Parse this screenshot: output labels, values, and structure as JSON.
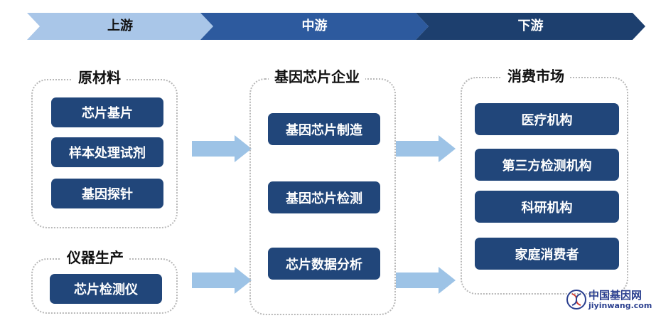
{
  "stages": [
    {
      "label": "上游"
    },
    {
      "label": "中游"
    },
    {
      "label": "下游"
    }
  ],
  "groups": {
    "raw_materials": {
      "title": "原材料",
      "items": [
        "芯片基片",
        "样本处理试剂",
        "基因探针"
      ]
    },
    "instrument": {
      "title": "仪器生产",
      "items": [
        "芯片检测仪"
      ]
    },
    "enterprise": {
      "title": "基因芯片企业",
      "items": [
        "基因芯片制造",
        "基因芯片检测",
        "芯片数据分析"
      ]
    },
    "market": {
      "title": "消费市场",
      "items": [
        "医疗机构",
        "第三方检测机构",
        "科研机构",
        "家庭消费者"
      ]
    }
  },
  "watermark": {
    "name": "中国基因网",
    "url": "jiyinwang.com"
  },
  "colors": {
    "stage1": "#a9c6e8",
    "stage2": "#2d5a9e",
    "stage3": "#1d3f6e",
    "box": "#21467a",
    "arrow": "#9dc3e6"
  }
}
